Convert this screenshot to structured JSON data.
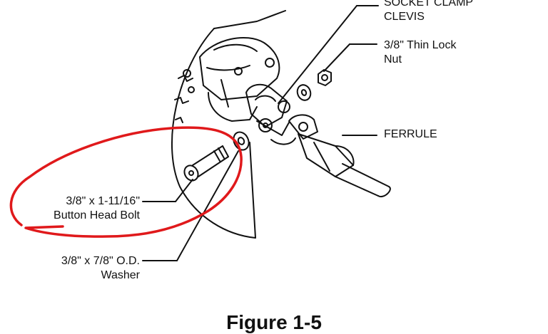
{
  "labels": {
    "socket_clamp_clevis": [
      "SOCKET CLAMP",
      "CLEVIS"
    ],
    "thin_lock_nut": [
      "3/8\" Thin Lock",
      "Nut"
    ],
    "ferrule": "FERRULE",
    "button_head_bolt": [
      "3/8\" x 1-11/16\"",
      "Button Head Bolt"
    ],
    "od_washer": [
      "3/8\" x 7/8\" O.D.",
      "Washer"
    ]
  },
  "caption": "Figure 1-5",
  "colors": {
    "ink": "#111111",
    "highlight": "#e0191b",
    "background": "#ffffff"
  }
}
